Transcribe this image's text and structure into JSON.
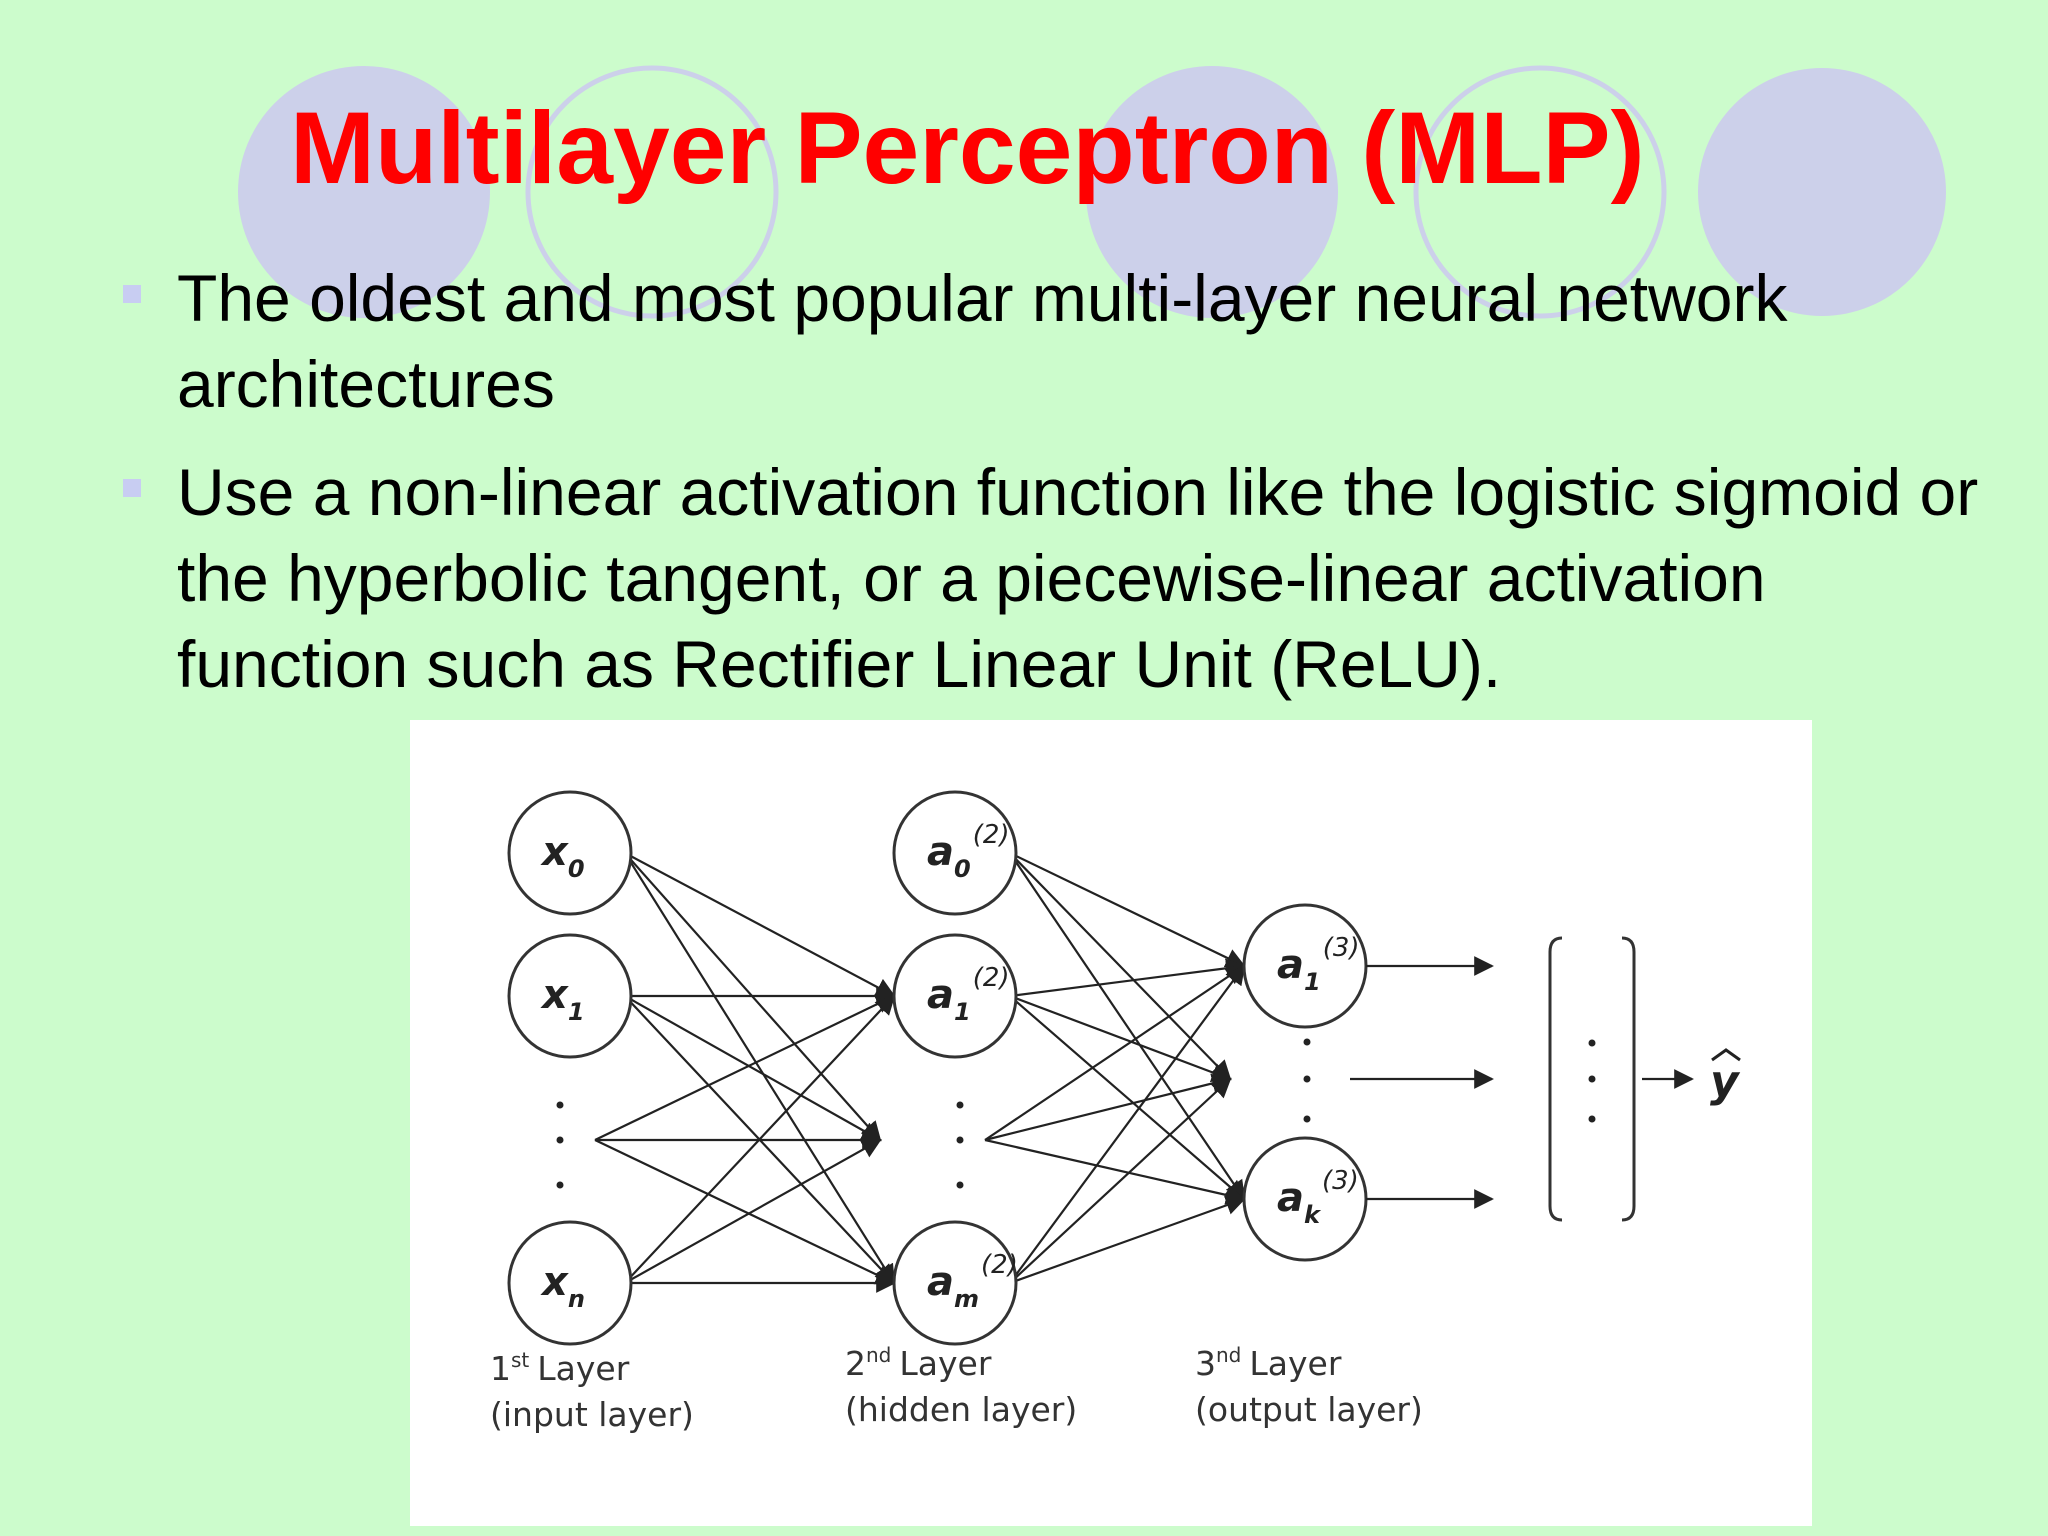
{
  "slide": {
    "title": "Multilayer Perceptron (MLP)",
    "bullets": [
      "The oldest and most popular multi-layer neural network architectures",
      "Use a non-linear activation function like the logistic sigmoid or the hyperbolic tangent, or a piecewise-linear activation function such as Rectifier Linear Unit (ReLU)."
    ]
  },
  "diagram": {
    "input_nodes": [
      {
        "base": "x",
        "sub": "0",
        "sup": ""
      },
      {
        "base": "x",
        "sub": "1",
        "sup": ""
      },
      {
        "base": "x",
        "sub": "n",
        "sup": ""
      }
    ],
    "hidden_nodes": [
      {
        "base": "a",
        "sub": "0",
        "sup": "(2)"
      },
      {
        "base": "a",
        "sub": "1",
        "sup": "(2)"
      },
      {
        "base": "a",
        "sub": "m",
        "sup": "(2)"
      }
    ],
    "output_nodes": [
      {
        "base": "a",
        "sub": "1",
        "sup": "(3)"
      },
      {
        "base": "a",
        "sub": "k",
        "sup": "(3)"
      }
    ],
    "output_symbol": "y",
    "layer_labels": [
      {
        "ordinal": "1",
        "suffix": "st",
        "word": "Layer",
        "desc": "(input layer)"
      },
      {
        "ordinal": "2",
        "suffix": "nd",
        "word": "Layer",
        "desc": "(hidden layer)"
      },
      {
        "ordinal": "3",
        "suffix": "nd",
        "word": "Layer",
        "desc": "(output layer)"
      }
    ]
  }
}
